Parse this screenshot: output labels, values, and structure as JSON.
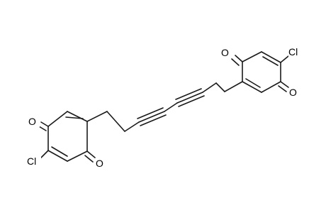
{
  "atoms": {
    "o_left_top": "O",
    "cl_left": "Cl",
    "o_left_bottom": "O",
    "o_right_top": "O",
    "cl_right": "Cl",
    "o_right_bottom": "O"
  },
  "colors": {
    "bond": "#1a1a1a",
    "label": "#000000",
    "background": "#ffffff"
  }
}
